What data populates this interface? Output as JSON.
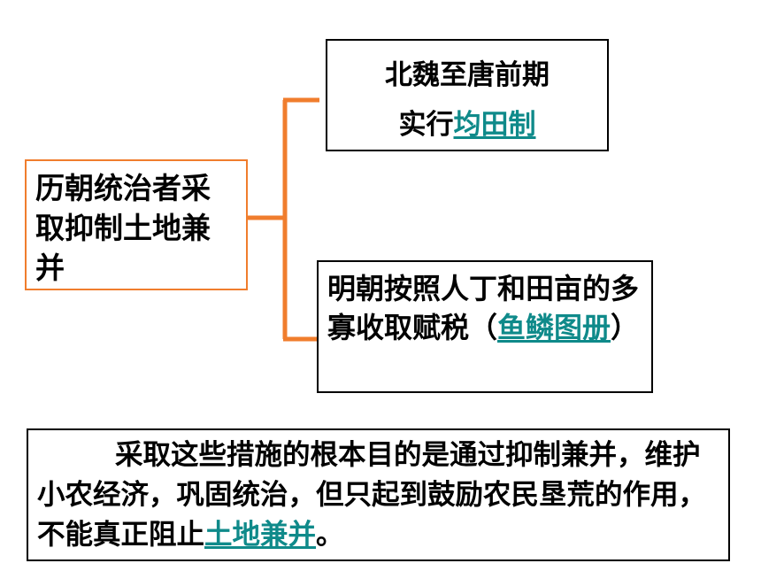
{
  "diagram": {
    "root": {
      "text": "历朝统治者采取抑制土地兼并"
    },
    "top_branch": {
      "line1": "北魏至唐前期",
      "line2_prefix": "实行",
      "line2_link": "均田制"
    },
    "bottom_branch": {
      "prefix": "明朝按照人丁和田亩的多寡收取赋税（",
      "link": "鱼鳞图册",
      "suffix": "）"
    },
    "conclusion": {
      "text": "采取这些措施的根本目的是通过抑制兼并，维护小农经济，巩固统治，但只起到鼓励农民垦荒的作用，不能真正阻止",
      "link": "土地兼并",
      "suffix": "。"
    },
    "colors": {
      "connector": "#f07d2d",
      "root_border": "#f07d2d",
      "link": "#0f8a8a",
      "box_border": "#000000"
    }
  }
}
